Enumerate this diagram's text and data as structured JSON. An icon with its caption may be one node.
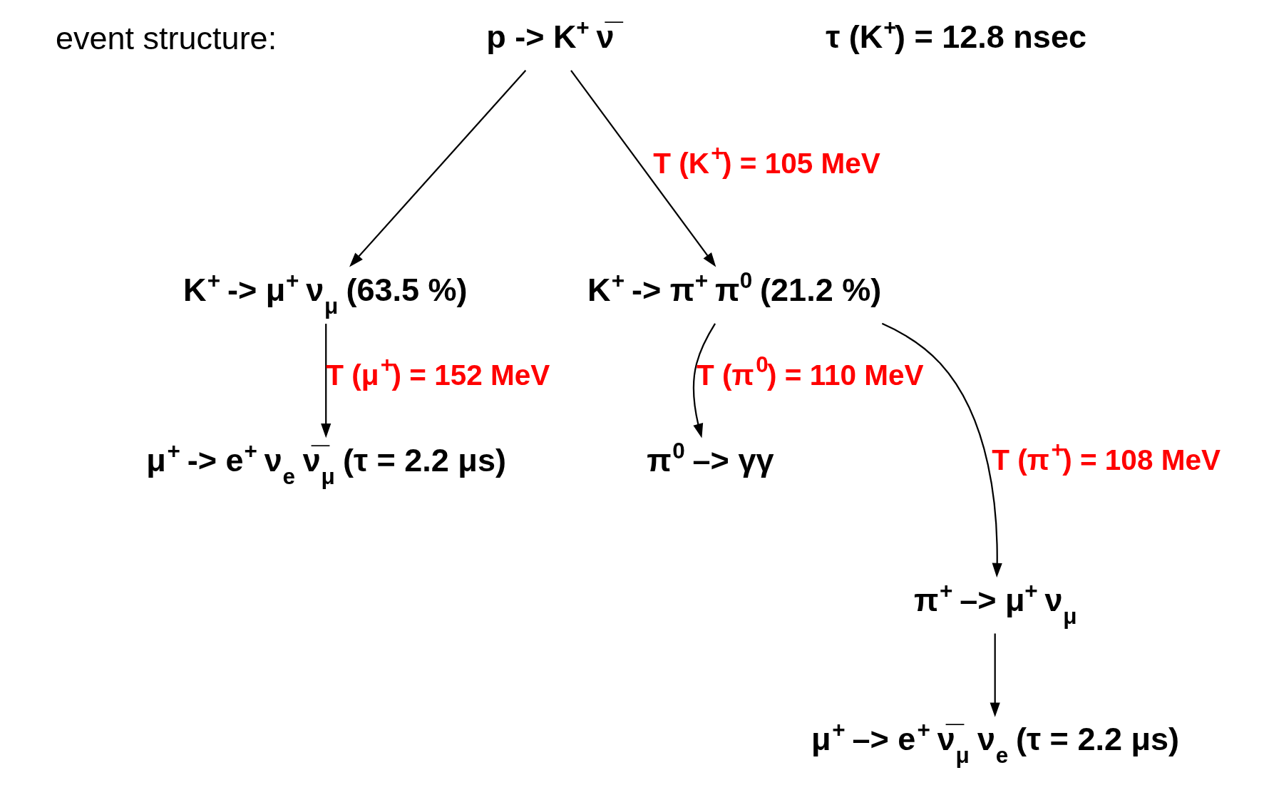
{
  "diagram": {
    "nodes": [
      {
        "text": [
          "p -> K$^{+}$ ν̅"
        ]
      },
      {
        "text": [
          "K$^{+}$ -> μ$^{+}$ ν$_{μ}$ (63.5 %)"
        ]
      },
      {
        "text": [
          "K$^{+}$ -> π$^{+}$ π$^{0}$ (21.2 %)"
        ]
      },
      {
        "text": [
          "μ$^{+}$ -> e$^{+}$ ν$_{e}$ ν̅$_{μ}$ (τ = 2.2 μs)"
        ]
      },
      {
        "text": [
          "π$^{0}$ –> γγ"
        ]
      },
      {
        "text": [
          "π$^{+}$ –> μ$^{+}$ ν$_{μ}$"
        ]
      },
      {
        "text": [
          "μ$^{+}$ –> e$^{+}$ ν̅$_{μ}$ ν$_{e}$ (τ = 2.2 μs)"
        ]
      }
    ],
    "edges": [
      {
        "from": 0,
        "to": 1,
        "arrow": "to"
      },
      {
        "from": 0,
        "to": 2,
        "arrow": "to",
        "label": "T (K$^{+}$) = 105 MeV"
      },
      {
        "from": 1,
        "to": 3,
        "arrow": "to",
        "label": "T (μ$^{+}$) = 152 MeV"
      },
      {
        "from": 2,
        "to": 4,
        "arrow": "to",
        "label": "T (π$^{0}$) = 110 MeV"
      },
      {
        "from": 2,
        "to": 5,
        "arrow": "to",
        "label": "T (π$^{+}$) = 108 MeV"
      },
      {
        "from": 5,
        "to": 6,
        "arrow": "to"
      }
    ],
    "labels": [
      "event structure:",
      "τ (K$^{+}$) = 12.8 nsec"
    ]
  }
}
